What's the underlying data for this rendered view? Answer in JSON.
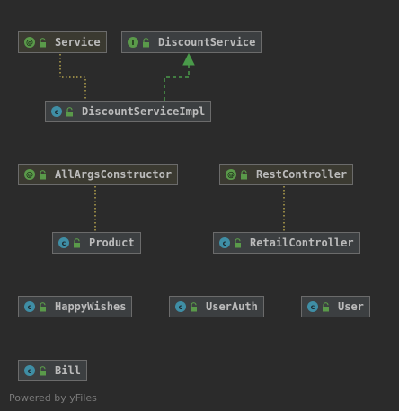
{
  "colors": {
    "background": "#2b2b2b",
    "node_fill": "#3c3f41",
    "node_border": "#6b6b6b",
    "class_icon": "#3f8ea5",
    "interface_icon": "#5a9a4a",
    "implements_edge": "#4a9a4a",
    "annotation_edge": "#b5a34d"
  },
  "nodes": [
    {
      "id": "service",
      "label": "Service",
      "kind": "annotation",
      "kind_glyph": "@"
    },
    {
      "id": "discount-service",
      "label": "DiscountService",
      "kind": "interface",
      "kind_glyph": "I"
    },
    {
      "id": "discount-service-impl",
      "label": "DiscountServiceImpl",
      "kind": "class",
      "kind_glyph": "c"
    },
    {
      "id": "all-args-constructor",
      "label": "AllArgsConstructor",
      "kind": "annotation",
      "kind_glyph": "@"
    },
    {
      "id": "rest-controller",
      "label": "RestController",
      "kind": "annotation",
      "kind_glyph": "@"
    },
    {
      "id": "product",
      "label": "Product",
      "kind": "class",
      "kind_glyph": "c"
    },
    {
      "id": "retail-controller",
      "label": "RetailController",
      "kind": "class",
      "kind_glyph": "c"
    },
    {
      "id": "happy-wishes",
      "label": "HappyWishes",
      "kind": "class",
      "kind_glyph": "c"
    },
    {
      "id": "user-auth",
      "label": "UserAuth",
      "kind": "class",
      "kind_glyph": "c"
    },
    {
      "id": "user",
      "label": "User",
      "kind": "class",
      "kind_glyph": "c"
    },
    {
      "id": "bill",
      "label": "Bill",
      "kind": "class",
      "kind_glyph": "c"
    }
  ],
  "edges": [
    {
      "from": "discount-service-impl",
      "to": "service",
      "type": "annotated-by"
    },
    {
      "from": "discount-service-impl",
      "to": "discount-service",
      "type": "implements"
    },
    {
      "from": "product",
      "to": "all-args-constructor",
      "type": "annotated-by"
    },
    {
      "from": "retail-controller",
      "to": "rest-controller",
      "type": "annotated-by"
    }
  ],
  "footer": "Powered by yFiles"
}
